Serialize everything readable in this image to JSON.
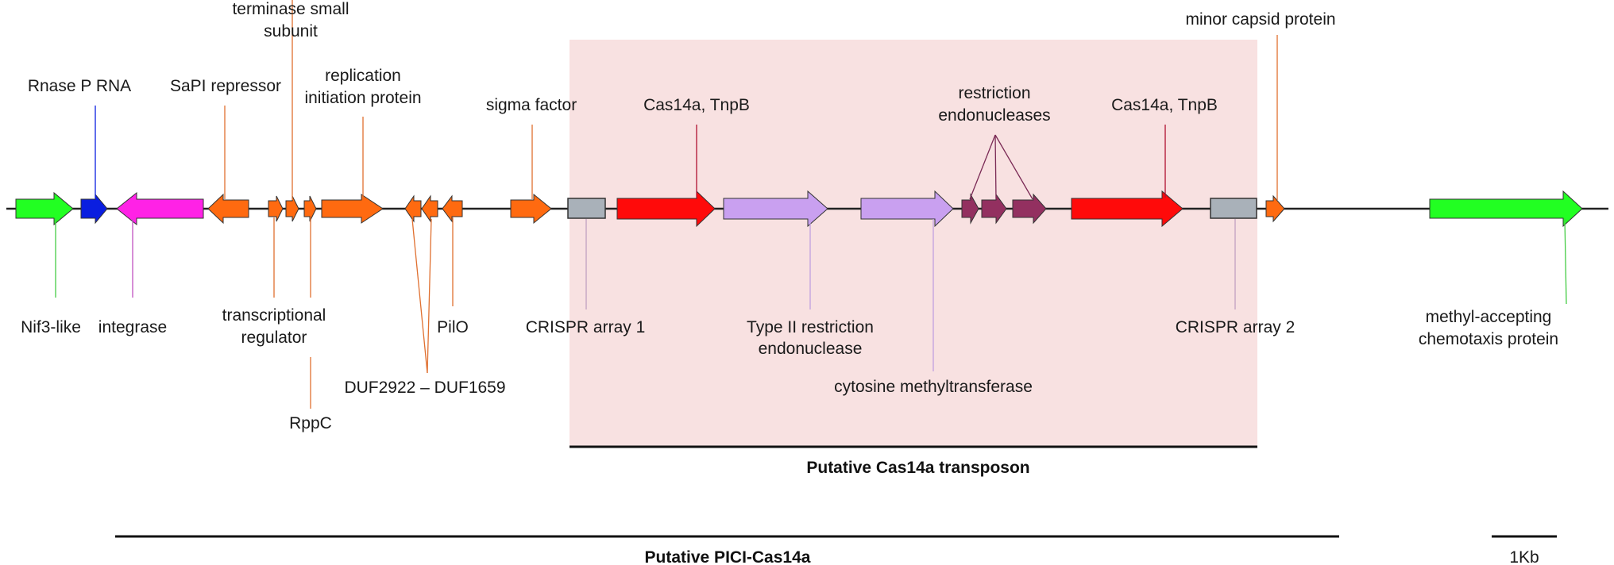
{
  "regions": {
    "transposon_label": "Putative Cas14a transposon",
    "pici_label": "Putative PICI-Cas14a",
    "scale_label": "1Kb"
  },
  "labels": {
    "rnase": "Rnase P RNA",
    "sapi": "SaPI repressor",
    "terminase_1": "terminase small",
    "terminase_2": "subunit",
    "replication_1": "replication",
    "replication_2": "initiation protein",
    "sigma": "sigma factor",
    "cas14a_1": "Cas14a, TnpB",
    "restriction_1": "restriction",
    "restriction_2": "endonucleases",
    "cas14a_2": "Cas14a, TnpB",
    "minor_capsid": "minor capsid protein",
    "nif3": "Nif3-like",
    "integrase": "integrase",
    "transcriptional_1": "transcriptional",
    "transcriptional_2": "regulator",
    "rppc": "RppC",
    "duf": "DUF2922 – DUF1659",
    "pilo": "PilO",
    "crispr1": "CRISPR array 1",
    "type2_1": "Type II restriction",
    "type2_2": "endonuclease",
    "cytosine": "cytosine methyltransferase",
    "crispr2": "CRISPR array 2",
    "mcp_1": "methyl-accepting",
    "mcp_2": "chemotaxis protein"
  },
  "colors": {
    "green": "#22ff22",
    "blue": "#0a1ee0",
    "magenta": "#ff22e6",
    "orange": "#ff6a10",
    "gray": "#a9b1b9",
    "red": "#ff0a0a",
    "lavender": "#c9a0f0",
    "maroon": "#933060",
    "highlight": "#f8e1e1"
  }
}
